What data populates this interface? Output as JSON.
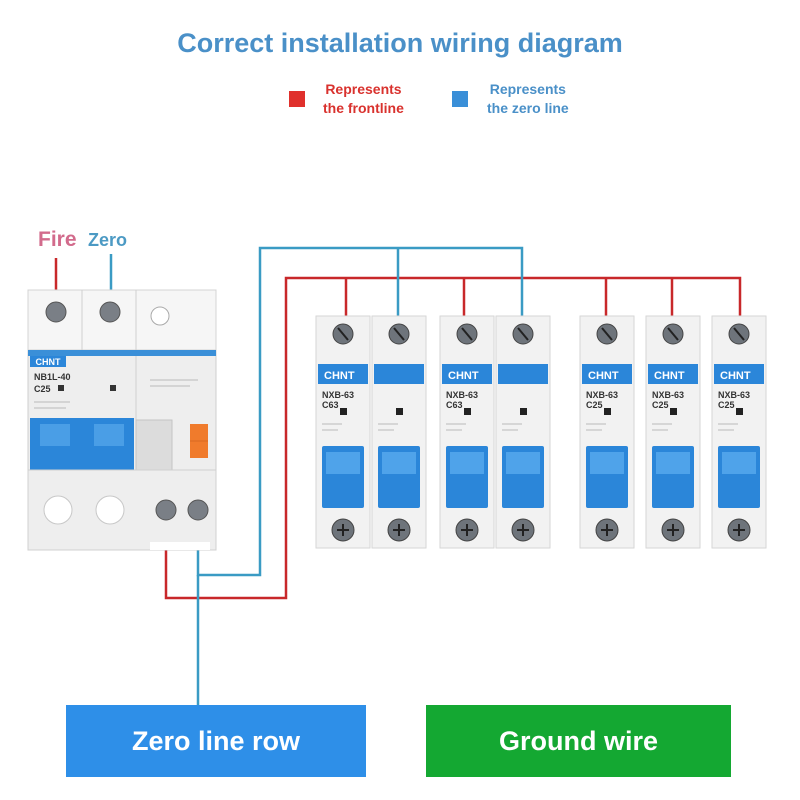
{
  "title": "Correct installation wiring diagram",
  "legend": {
    "frontline": {
      "text1": "Represents",
      "text2": "the frontline",
      "color": "#e0302c"
    },
    "zero": {
      "text1": "Represents",
      "text2": "the zero line",
      "color": "#3a8fd8"
    }
  },
  "main_breaker": {
    "fire_label": "Fire",
    "zero_label": "Zero",
    "brand": "CHNT",
    "model": "NB1L-40",
    "rating": "C25"
  },
  "breakers": [
    {
      "brand": "CHNT",
      "model": "NXB-63",
      "rating": "C63",
      "poles": 2
    },
    {
      "brand": "CHNT",
      "model": "NXB-63",
      "rating": "C63",
      "poles": 2
    },
    {
      "brand": "CHNT",
      "model": "NXB-63",
      "rating": "C25",
      "poles": 1
    },
    {
      "brand": "CHNT",
      "model": "NXB-63",
      "rating": "C25",
      "poles": 1
    },
    {
      "brand": "CHNT",
      "model": "NXB-63",
      "rating": "C25",
      "poles": 1
    }
  ],
  "bottom": {
    "zero_row": "Zero line row",
    "ground": "Ground wire"
  },
  "colors": {
    "live_wire": "#c8282a",
    "neutral_wire": "#3a9bc4",
    "breaker_blue": "#2b86d9",
    "zero_box": "#2e8fe8",
    "ground_box": "#14a832"
  }
}
